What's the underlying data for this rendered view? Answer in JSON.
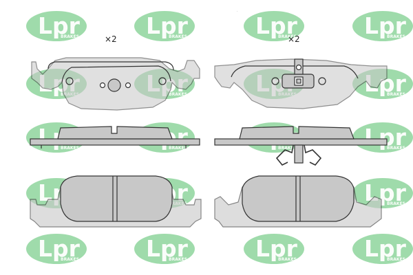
{
  "quantities": {
    "left_view": "×2",
    "right_view": "×2"
  },
  "watermark": {
    "brand": "Lpr",
    "sub": "BRAKES",
    "color": "#7fcf8f",
    "text_color": "#ffffff"
  },
  "colors": {
    "pad_fill": "#c8c8c8",
    "outline": "#333333",
    "background": "#ffffff"
  },
  "icons": [
    "brake-pad-front-view-icon",
    "brake-pad-side-view-icon",
    "brake-pad-back-view-icon",
    "retaining-clip-icon"
  ]
}
